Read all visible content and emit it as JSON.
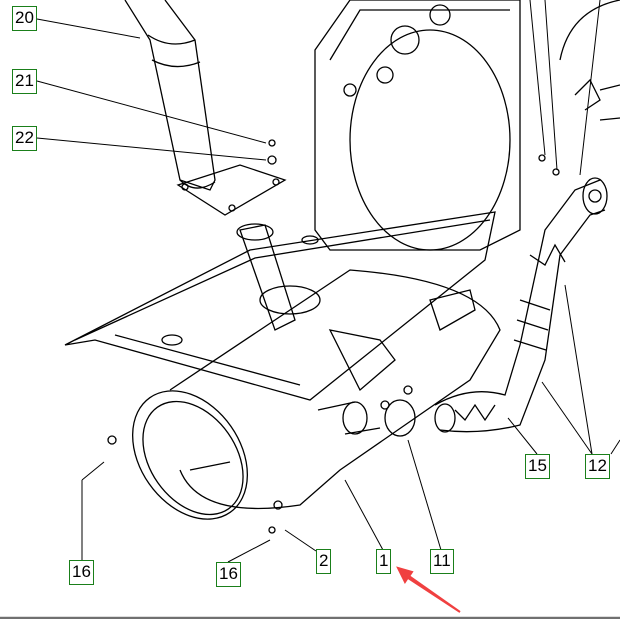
{
  "diagram": {
    "callouts": [
      "20",
      "21",
      "22",
      "15",
      "12",
      "16",
      "16",
      "2",
      "1",
      "11"
    ],
    "colors": {
      "callout_border": "#1a7f1a",
      "arrow": "#f04040",
      "line": "#000000"
    }
  }
}
